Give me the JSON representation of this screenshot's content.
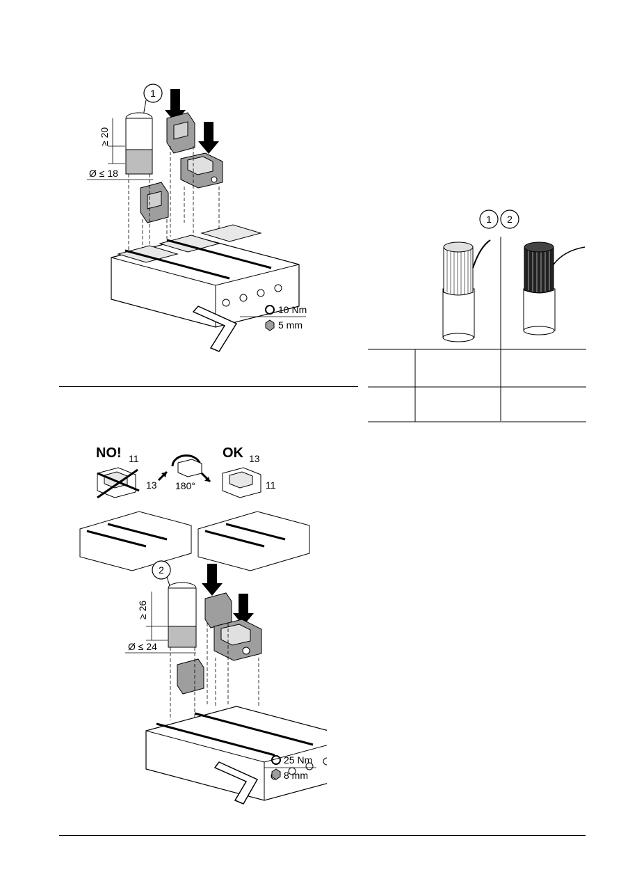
{
  "figure1": {
    "callout": "1",
    "strip_length": "≥ 20",
    "diameter": "Ø ≤ 18",
    "torque": "10 Nm",
    "hex_key": "5 mm"
  },
  "figure2": {
    "no_label": "NO!",
    "ok_label": "OK",
    "dim_11_a": "11",
    "dim_13_a": "13",
    "rotate": "180°",
    "dim_13_b": "13",
    "dim_11_b": "11",
    "callout": "2",
    "strip_length": "≥ 26",
    "diameter": "Ø ≤ 24",
    "torque": "25 Nm",
    "hex_key": "8 mm"
  },
  "cable_panel": {
    "callout_a": "1",
    "callout_b": "2"
  },
  "icons": [
    "arrow-down-icon",
    "torque-icon",
    "hex-key-icon",
    "rotate-icon"
  ]
}
